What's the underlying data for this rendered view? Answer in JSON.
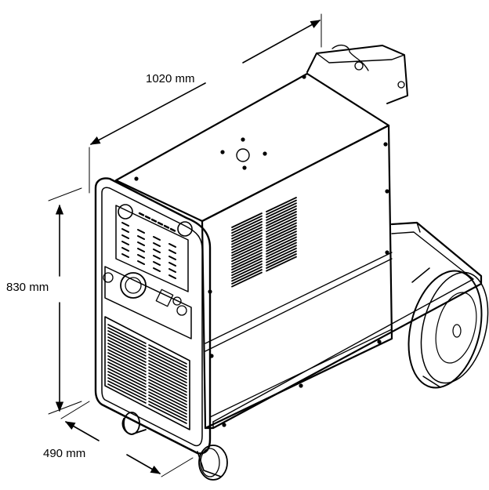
{
  "dimensions": {
    "length": "1020 mm",
    "height": "830 mm",
    "width": "490 mm"
  },
  "colors": {
    "line": "#000000",
    "background": "#ffffff"
  }
}
